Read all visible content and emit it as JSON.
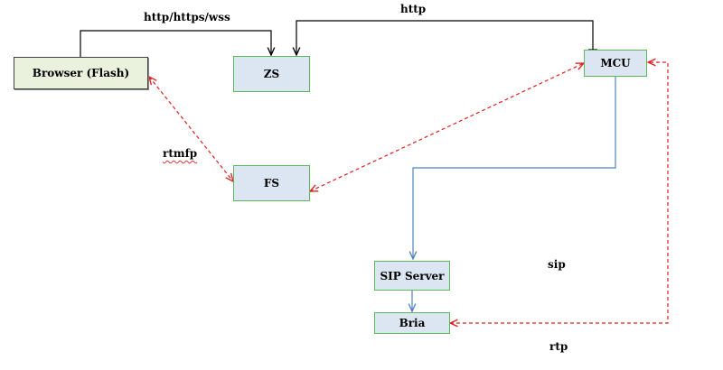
{
  "nodes": {
    "browser": "Browser (Flash)",
    "zs": "ZS",
    "mcu": "MCU",
    "fs": "FS",
    "sip_server": "SIP Server",
    "bria": "Bria"
  },
  "labels": {
    "http_https_wss": "http/https/wss",
    "http": "http",
    "rtmfp": "rtmfp",
    "sip": "sip",
    "rtp": "rtp"
  },
  "colors": {
    "http_line": "#000000",
    "sip_line": "#4f81bd",
    "media_line": "#e02020",
    "node_fill": "#dce6f2",
    "node_border": "#5cb85c",
    "browser_fill": "#eaf1dd"
  }
}
